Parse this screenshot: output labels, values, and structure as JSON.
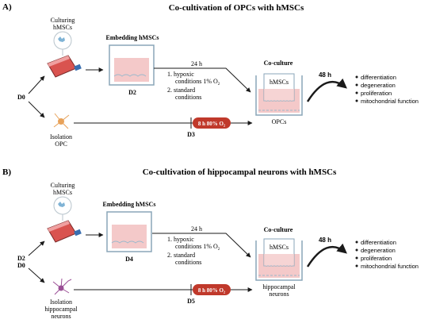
{
  "panel_a": {
    "label": "A)",
    "title": "Co-cultivation of OPCs with hMSCs",
    "culturing_label": [
      "Culturing",
      "hMSCs"
    ],
    "embedding_label": "Embedding hMSCs",
    "day_start": "D0",
    "day_embed": "D2",
    "day_oxygen": "D3",
    "time_24h": "24 h",
    "condition_1": "1.  hypoxic",
    "condition_1b": "conditions 1% O",
    "condition_1_sub": "2",
    "condition_2": "2.  standard",
    "condition_2b": "conditions",
    "isolation_label": [
      "Isolation",
      "OPC"
    ],
    "oxygen_label": "8 h 80% O",
    "oxygen_sub": "2",
    "coculture_title": "Co-culture",
    "insert_label": "hMSCs",
    "cells_label": [
      "OPCs"
    ],
    "time_48h": "48 h",
    "outcomes": [
      "differentiation",
      "degeneration",
      "proliferation",
      "mitochondrial function"
    ]
  },
  "panel_b": {
    "label": "B)",
    "title": "Co-cultivation of hippocampal neurons with hMSCs",
    "culturing_label": [
      "Culturing",
      "hMSCs"
    ],
    "embedding_label": "Embedding hMSCs",
    "day_start_1": "D2",
    "day_start_2": "D0",
    "day_embed": "D4",
    "day_oxygen": "D5",
    "time_24h": "24 h",
    "condition_1": "1.  hypoxic",
    "condition_1b": "conditions 1% O",
    "condition_1_sub": "2",
    "condition_2": "2.  standard",
    "condition_2b": "conditions",
    "isolation_label": [
      "Isolation",
      "hippocampal",
      "neurons"
    ],
    "oxygen_label": "8 h 80% O",
    "oxygen_sub": "2",
    "coculture_title": "Co-culture",
    "insert_label": "hMSCs",
    "cells_label": [
      "hippocampal",
      "neurons"
    ],
    "time_48h": "48 h",
    "outcomes": [
      "differentiation",
      "degeneration",
      "proliferation",
      "mitochondrial function"
    ]
  },
  "colors": {
    "oxygen_pill": "#c0392b",
    "medium_pink": "#f4c9c9",
    "well_outline": "#8aa6b8",
    "flask_red": "#d9534f",
    "cell_blue": "#7fb3d5",
    "opc_orange": "#e8a25a",
    "neuron_purple": "#9b4f96"
  }
}
